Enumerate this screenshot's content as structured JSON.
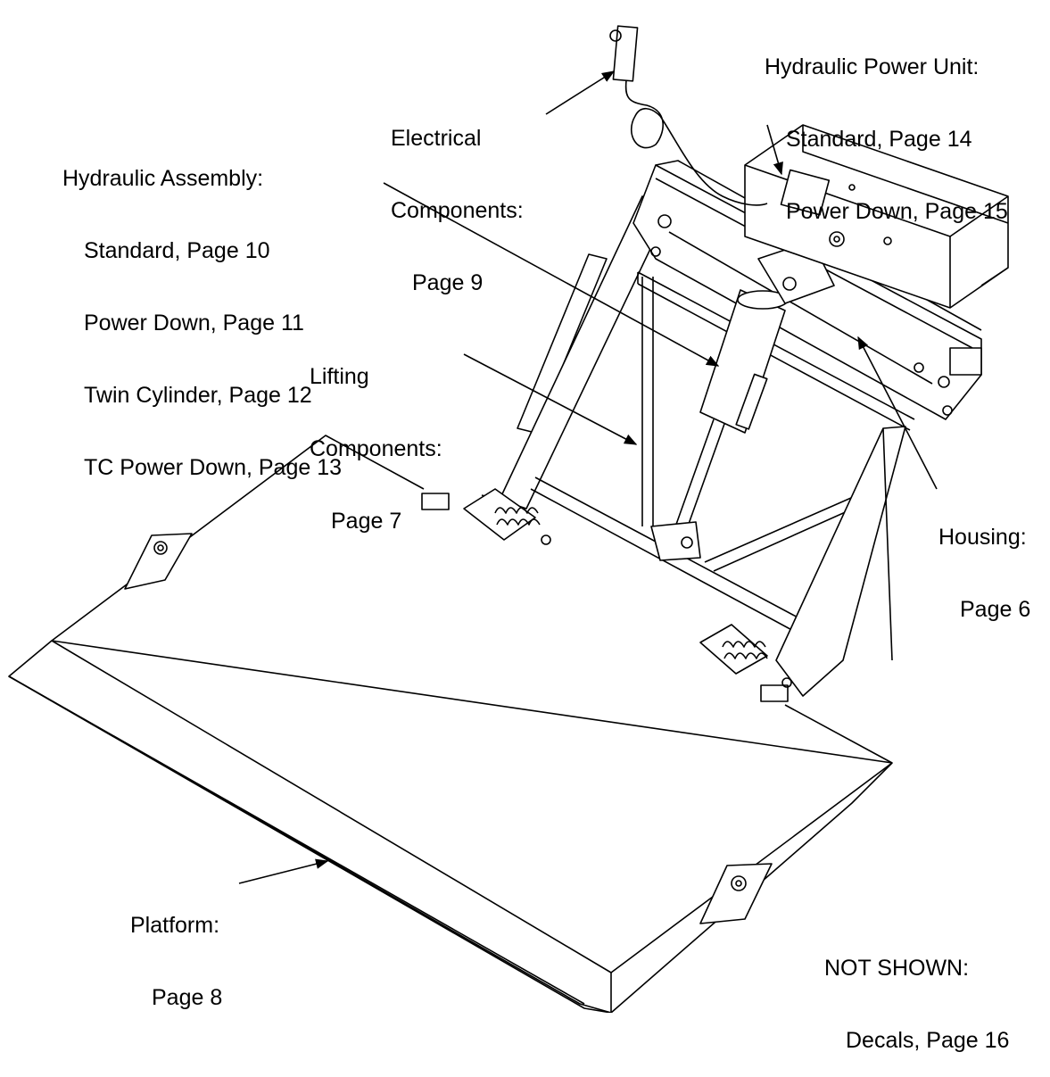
{
  "labels": {
    "hydraulic_power_unit": {
      "title": "Hydraulic Power Unit:",
      "lines": [
        "Standard, Page 14",
        "Power Down, Page 15"
      ]
    },
    "electrical_components": {
      "title": "Electrical",
      "lines": [
        "Components:",
        "Page 9"
      ]
    },
    "hydraulic_assembly": {
      "title": "Hydraulic Assembly:",
      "lines": [
        "Standard, Page 10",
        "Power Down, Page 11",
        "Twin Cylinder, Page 12",
        "TC Power Down, Page 13"
      ]
    },
    "lifting_components": {
      "title": "Lifting",
      "lines": [
        "Components:",
        "Page 7"
      ]
    },
    "housing": {
      "title": "Housing:",
      "lines": [
        "Page 6"
      ]
    },
    "platform": {
      "title": "Platform:",
      "lines": [
        "Page 8"
      ]
    },
    "not_shown": {
      "title": "NOT SHOWN:",
      "lines": [
        "Decals, Page 16"
      ]
    }
  },
  "colors": {
    "ink": "#000000",
    "paper": "#ffffff"
  }
}
